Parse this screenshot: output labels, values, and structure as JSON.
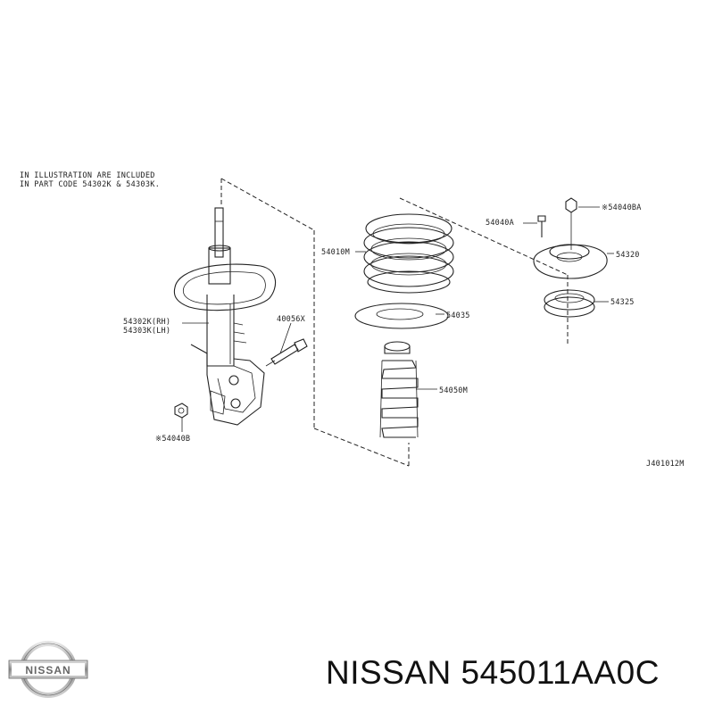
{
  "diagram": {
    "note_lines": [
      "IN ILLUSTRATION ARE INCLUDED",
      "IN PART CODE 54302K & 54303K."
    ],
    "parts": [
      {
        "id": "strut_rh",
        "label": "54302K(RH)"
      },
      {
        "id": "strut_lh",
        "label": "54303K(LH)"
      },
      {
        "id": "bolt",
        "label": "40056X"
      },
      {
        "id": "nut_lower",
        "label": "※54040B"
      },
      {
        "id": "spring",
        "label": "54010M"
      },
      {
        "id": "seat",
        "label": "54035"
      },
      {
        "id": "boot",
        "label": "54050M"
      },
      {
        "id": "nut_top",
        "label": "54040A"
      },
      {
        "id": "nut_top_b",
        "label": "※54040BA"
      },
      {
        "id": "mount",
        "label": "54320"
      },
      {
        "id": "bearing",
        "label": "54325"
      }
    ],
    "code": "J401012M"
  },
  "brand": {
    "logo_text": "NISSAN"
  },
  "caption": "NISSAN 545011AA0C"
}
